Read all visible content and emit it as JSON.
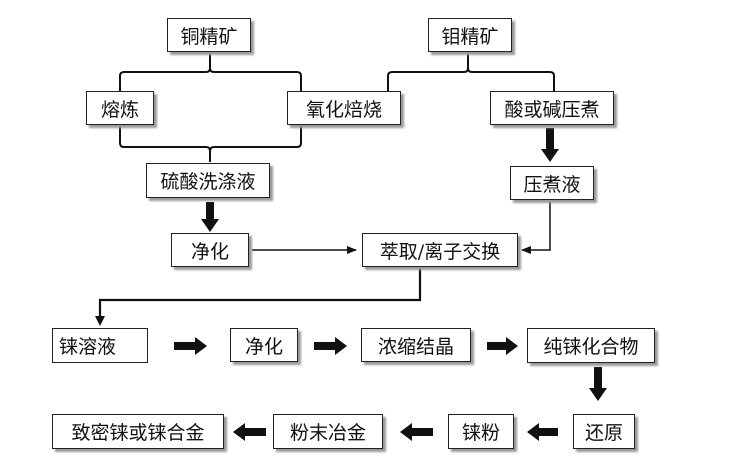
{
  "nodes": {
    "copper_concentrate": "铜精矿",
    "molybdenum_concentrate": "钼精矿",
    "smelting": "熔炼",
    "oxidation_roasting": "氧化焙烧",
    "acid_alkali_pressure_leach": "酸或碱压煮",
    "sulfuric_acid_wash": "硫酸洗涤液",
    "pressure_leach_solution": "压煮液",
    "purification_1": "净化",
    "extraction_ion_exchange": "萃取/离子交换",
    "rhenium_solution": "铼溶液",
    "purification_2": "净化",
    "concentration_crystallization": "浓缩结晶",
    "pure_rhenium_compound": "纯铼化合物",
    "reduction": "还原",
    "rhenium_powder": "铼粉",
    "powder_metallurgy": "粉末冶金",
    "dense_rhenium_or_alloy": "致密铼或铼合金"
  }
}
